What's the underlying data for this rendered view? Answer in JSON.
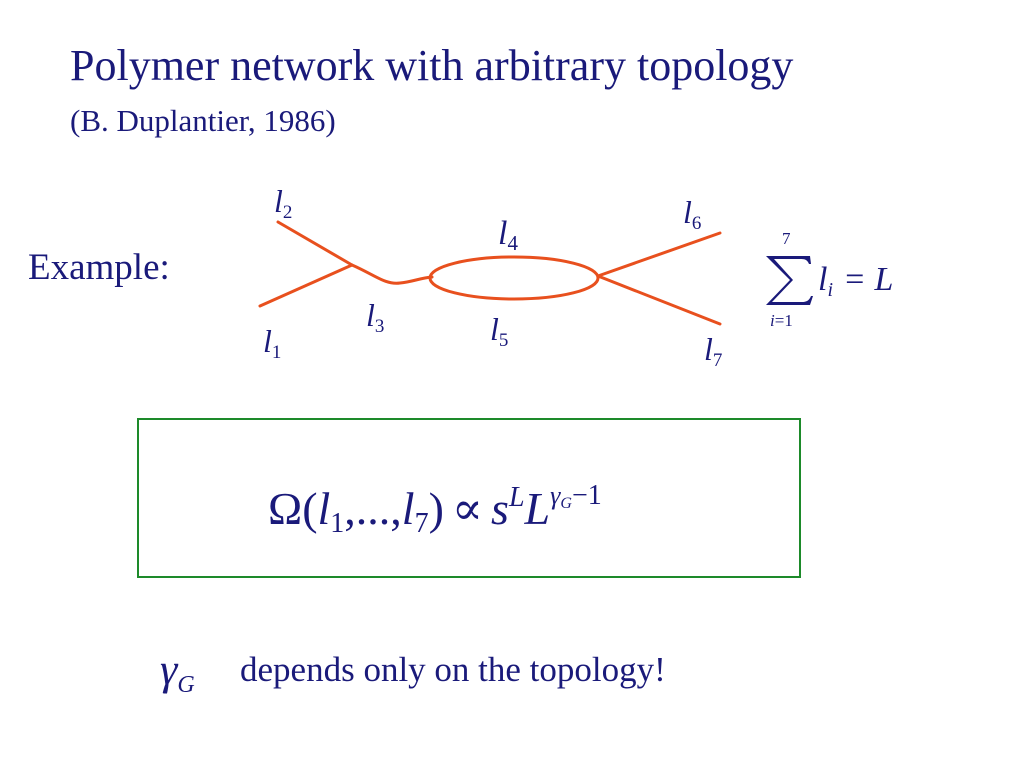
{
  "slide": {
    "title": "Polymer network with arbitrary topology",
    "subtitle": "(B. Duplantier, 1986)",
    "example_label": "Example:"
  },
  "diagram": {
    "branch_labels": [
      {
        "var": "l",
        "sub": "1"
      },
      {
        "var": "l",
        "sub": "2"
      },
      {
        "var": "l",
        "sub": "3"
      },
      {
        "var": "l",
        "sub": "4"
      },
      {
        "var": "l",
        "sub": "5"
      },
      {
        "var": "l",
        "sub": "6"
      },
      {
        "var": "l",
        "sub": "7"
      }
    ],
    "line_color": "#e8501e"
  },
  "sum_formula": {
    "upper": "7",
    "lower_var": "i",
    "lower_eq": "=1",
    "term_var": "l",
    "term_sub": "i",
    "rhs": "= L"
  },
  "box_formula": {
    "omega": "Ω",
    "open": "(",
    "l1_var": "l",
    "l1_sub": "1",
    "dots": ",...,",
    "l7_var": "l",
    "l7_sub": "7",
    "close": ")",
    "propto": "∝",
    "s": "s",
    "s_sup": "L",
    "L": "L",
    "gamma": "γ",
    "gamma_sub": "G",
    "exp_tail": "−1",
    "border_color": "#1d8a2a"
  },
  "footer": {
    "gamma": "γ",
    "gamma_sub": "G",
    "text": "depends only on the topology!"
  }
}
